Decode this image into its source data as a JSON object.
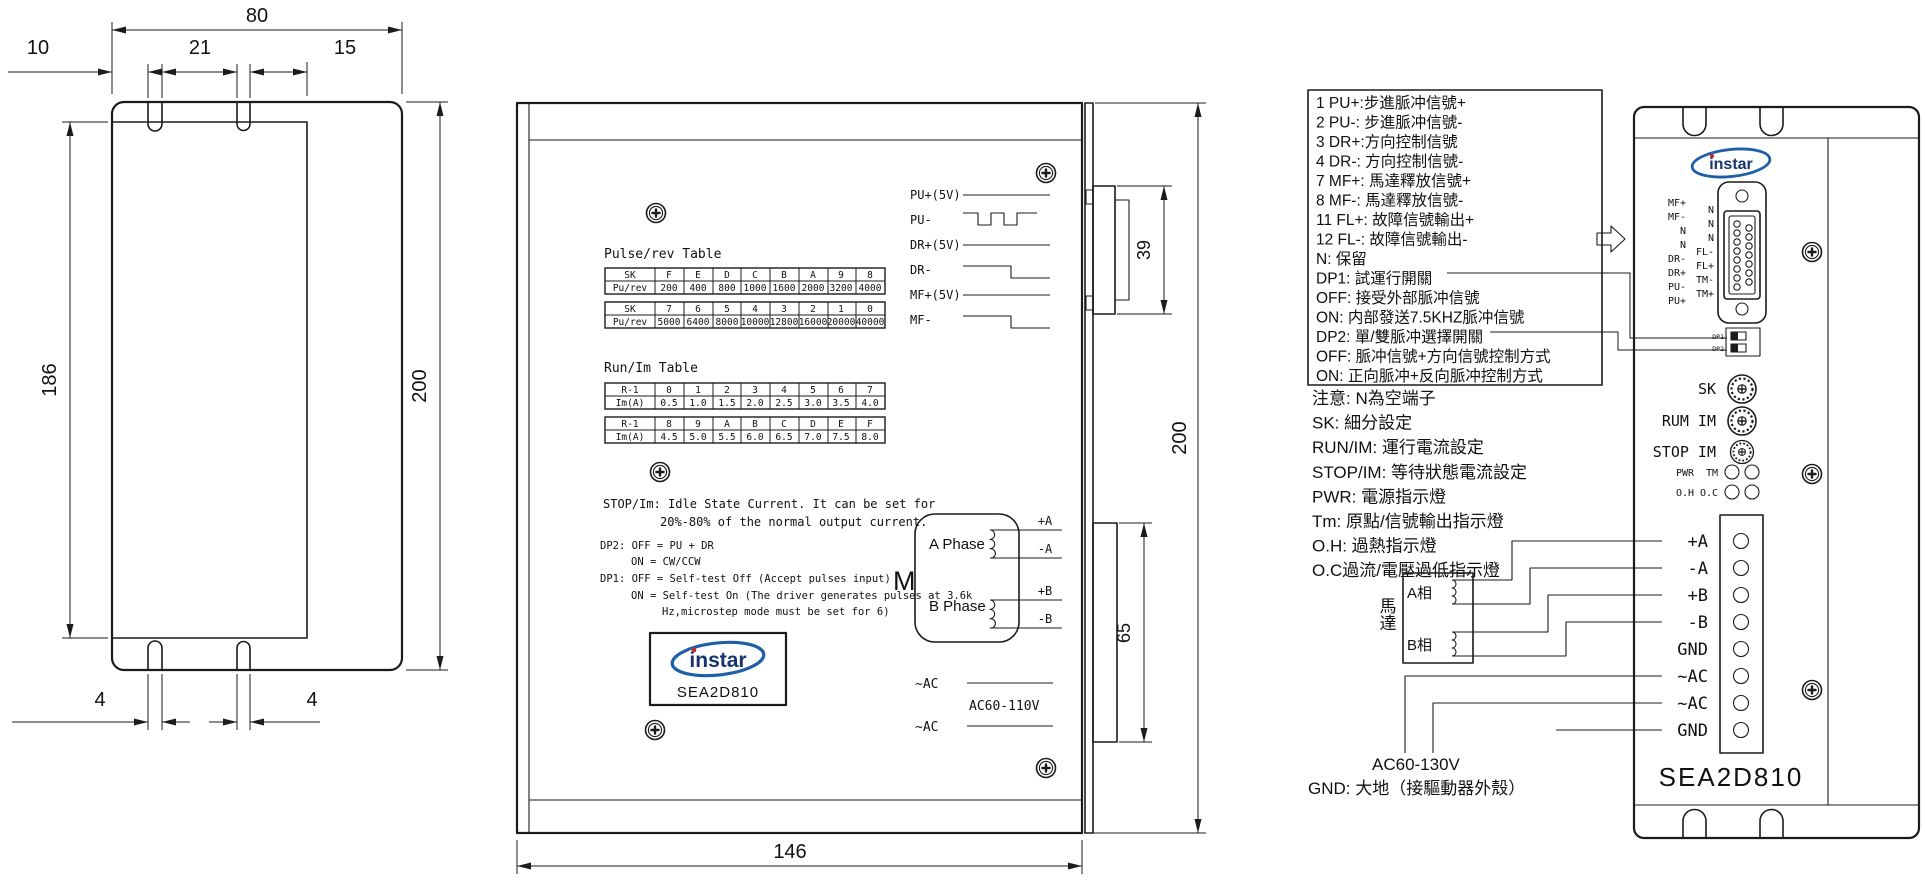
{
  "left_view": {
    "dim_top": "80",
    "dim_10": "10",
    "dim_21": "21",
    "dim_15": "15",
    "dim_body": "186",
    "dim_height": "200",
    "dim_slot_left": "4",
    "dim_slot_right": "4"
  },
  "front_view": {
    "pulse_table": {
      "title": "Pulse/rev Table",
      "rows": [
        [
          "SK",
          "F",
          "E",
          "D",
          "C",
          "B",
          "A",
          "9",
          "8"
        ],
        [
          "Pu/rev",
          "200",
          "400",
          "800",
          "1000",
          "1600",
          "2000",
          "3200",
          "4000"
        ],
        [
          "SK",
          "7",
          "6",
          "5",
          "4",
          "3",
          "2",
          "1",
          "0"
        ],
        [
          "Pu/rev",
          "5000",
          "6400",
          "8000",
          "10000",
          "12800",
          "16000",
          "20000",
          "40000"
        ]
      ]
    },
    "run_table": {
      "title": "Run/Im Table",
      "rows": [
        [
          "R-1",
          "0",
          "1",
          "2",
          "3",
          "4",
          "5",
          "6",
          "7"
        ],
        [
          "Im(A)",
          "0.5",
          "1.0",
          "1.5",
          "2.0",
          "2.5",
          "3.0",
          "3.5",
          "4.0"
        ],
        [
          "R-1",
          "8",
          "9",
          "A",
          "B",
          "C",
          "D",
          "E",
          "F"
        ],
        [
          "Im(A)",
          "4.5",
          "5.0",
          "5.5",
          "6.0",
          "6.5",
          "7.0",
          "7.5",
          "8.0"
        ]
      ]
    },
    "stop_im": [
      "STOP/Im: Idle State Current. It can be set for",
      "20%-80% of the normal output current."
    ],
    "dip_notes": [
      "DP2: OFF = PU + DR",
      "ON  = CW/CCW",
      "DP1: OFF = Self-test Off (Accept pulses input)",
      "ON  = Self-test On (The driver generates pulses at 3.6k",
      "Hz,microstep mode must be set for 6)"
    ],
    "signals": [
      "PU+(5V)",
      "PU-",
      "DR+(5V)",
      "DR-",
      "MF+(5V)",
      "MF-"
    ],
    "motor": {
      "label": "M",
      "phase_a": "A Phase",
      "phase_b": "B Phase",
      "terminals": [
        "+A",
        "-A",
        "+B",
        "-B"
      ]
    },
    "power": {
      "ac1": "~AC",
      "ac2": "~AC",
      "range": "AC60-110V"
    },
    "logo": {
      "brand": "instar",
      "model": "SEA2D810"
    },
    "dims": {
      "width": "146",
      "height": "200",
      "connector": "39",
      "terminal": "65"
    }
  },
  "wiring": {
    "pin_box_lines": [
      "1 PU+:步進脈冲信號+",
      "2 PU-: 步進脈冲信號-",
      "3 DR+:方向控制信號",
      "4 DR-: 方向控制信號-",
      "7 MF+: 馬達釋放信號+",
      "8 MF-: 馬達釋放信號-",
      "11 FL+: 故障信號輸出+",
      "12 FL-: 故障信號輸出-",
      "N: 保留",
      "DP1: 試運行開關",
      "OFF: 接受外部脈冲信號",
      "ON: 内部發送7.5KHZ脈冲信號",
      "DP2: 單/雙脈冲選擇開關",
      "OFF: 脈冲信號+方向信號控制方式",
      "ON: 正向脈冲+反向脈冲控制方式"
    ],
    "notes": [
      "注意: N為空端子",
      "SK: 細分設定",
      "RUN/IM: 運行電流設定",
      "STOP/IM: 等待狀態電流設定",
      "PWR: 電源指示燈",
      "Tm: 原點/信號輸出指示燈",
      "O.H: 過熱指示燈",
      "O.C過流/電壓過低指示燈"
    ],
    "motor": {
      "label": "馬達",
      "phase_a": "A相",
      "phase_b": "B相"
    },
    "ac_rating": "AC60-130V",
    "gnd_note": "GND: 大地（接驅動器外殼）"
  },
  "unit": {
    "logo": {
      "brand": "instar"
    },
    "model": "SEA2D810",
    "connector_pins_outer": [
      "MF+",
      "MF-",
      "N",
      "N",
      "DR-",
      "DR+",
      "PU-",
      "PU+"
    ],
    "connector_pins_inner": [
      "N",
      "N",
      "N",
      "FL-",
      "FL+",
      "TM-",
      "TM+"
    ],
    "dip_labels": [
      "DP1",
      "DP2"
    ],
    "rotary_sk": "SK",
    "rotary_run": "RUM IM",
    "rotary_stop": "STOP IM",
    "led_labels": [
      "PWR",
      "TM",
      "O.H",
      "O.C"
    ],
    "terminals": [
      "+A",
      "-A",
      "+B",
      "-B",
      "GND",
      "~AC",
      "~AC",
      "GND"
    ]
  },
  "colors": {
    "line": "#1b1b1b",
    "logo_blue": "#1f5fa8",
    "logo_navy": "#17356e",
    "logo_red": "#cc2222"
  }
}
